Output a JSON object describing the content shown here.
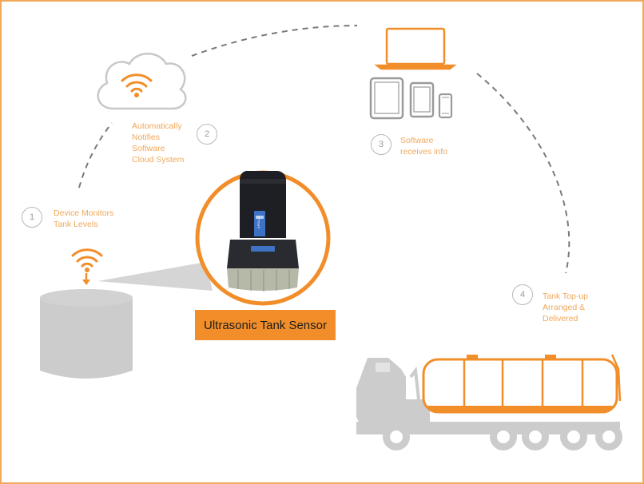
{
  "steps": [
    {
      "number": "1",
      "lines": [
        "Device Monitors",
        "Tank Levels"
      ]
    },
    {
      "number": "2",
      "lines": [
        "Automatically",
        "Notifies",
        "Software",
        "Cloud System"
      ]
    },
    {
      "number": "3",
      "lines": [
        "Software",
        "receives info"
      ]
    },
    {
      "number": "4",
      "lines": [
        "Tank Top-up",
        "Arranged &",
        "Delivered"
      ]
    }
  ],
  "sensor": {
    "caption": "Ultrasonic Tank Sensor",
    "brand": "APOLLO"
  },
  "colors": {
    "accent": "#f18e2a",
    "text_accent": "#f0a85a",
    "gray": "#cccccc",
    "frame": "#f0a85a"
  },
  "icons": [
    "wifi-icon",
    "cloud-icon",
    "laptop-icon",
    "tablet-icon",
    "phone-icon",
    "storage-tank-icon",
    "tanker-truck-icon"
  ]
}
